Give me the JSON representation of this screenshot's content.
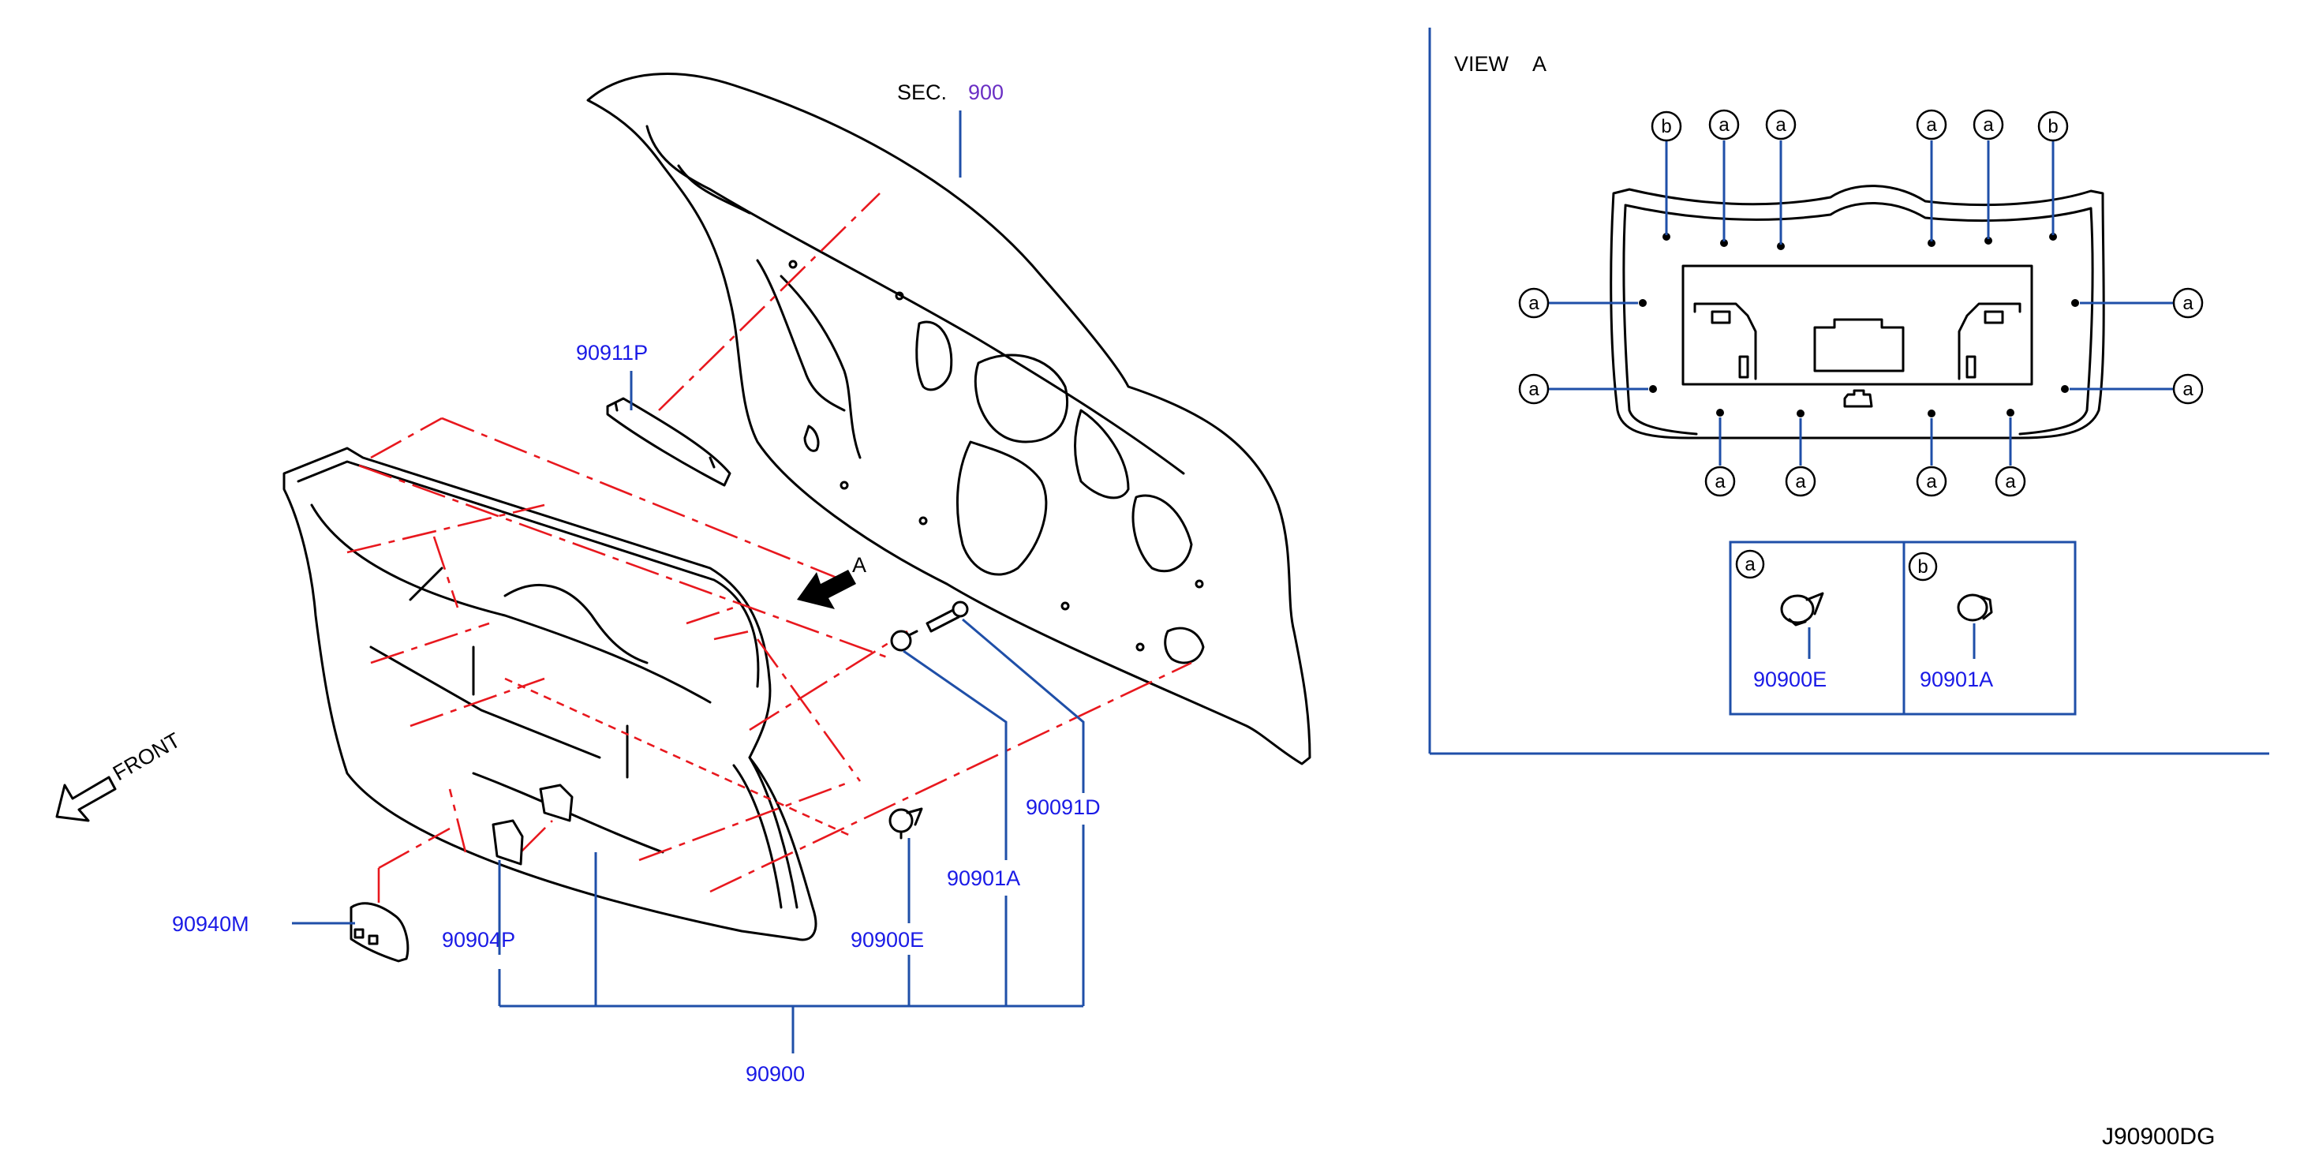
{
  "labels": {
    "sec": "SEC.",
    "sec_num": "900",
    "view": "VIEW",
    "view_letter": "A",
    "arrow_letter": "A",
    "front": "FRONT",
    "part_90911P": "90911P",
    "part_90940M": "90940M",
    "part_90904P": "90904P",
    "part_90900E": "90900E",
    "part_90901A": "90901A",
    "part_90091D": "90091D",
    "part_90900": "90900",
    "diagram_id": "J90900DG"
  },
  "view_a": {
    "callouts_top": [
      "b",
      "a",
      "a",
      "a",
      "a",
      "b"
    ],
    "callouts_left": [
      "a",
      "a"
    ],
    "callouts_right": [
      "a",
      "a"
    ],
    "callouts_bottom": [
      "a",
      "a",
      "a",
      "a"
    ],
    "legend": [
      {
        "key": "a",
        "part": "90900E"
      },
      {
        "key": "b",
        "part": "90901A"
      }
    ]
  },
  "colors": {
    "line": "#000000",
    "leader": "#1f4fa8",
    "part_number": "#1a1ae6",
    "section_number": "#6a2fc4",
    "phantom_line": "#e8181e"
  }
}
